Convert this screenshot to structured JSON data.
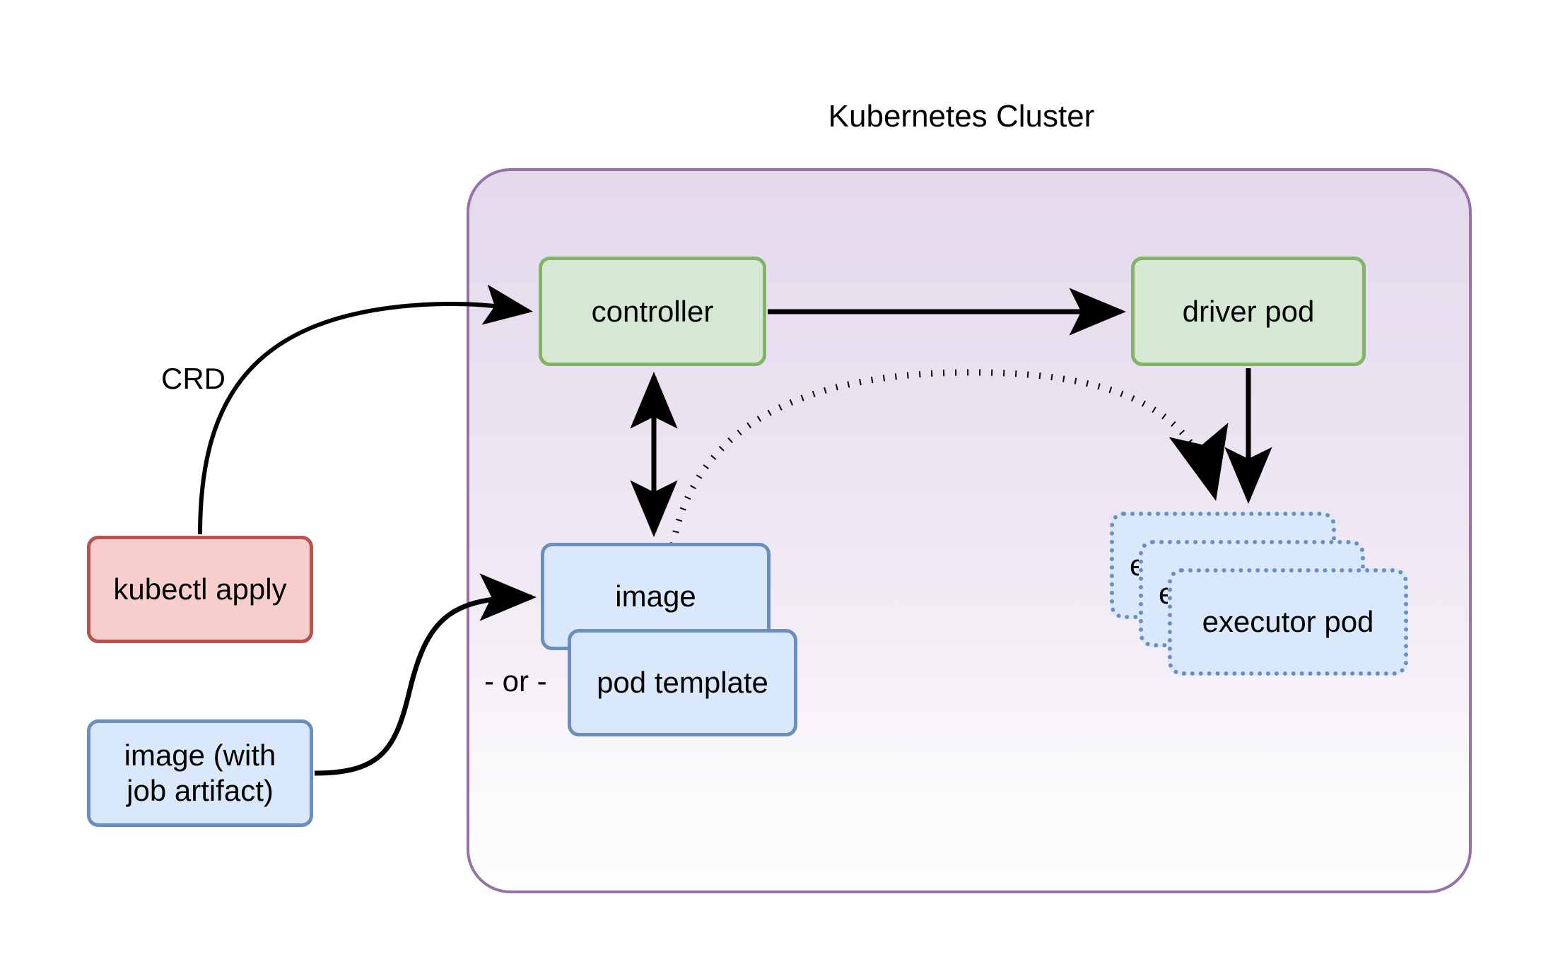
{
  "diagram": {
    "type": "architecture-flow",
    "title": "Kubernetes Cluster",
    "cluster": {
      "label": "Kubernetes Cluster",
      "border_color": "#9673a6",
      "fill_top": "#e4daec",
      "fill_bottom": "#fdfcfe"
    },
    "nodes": [
      {
        "id": "controller",
        "label": "controller",
        "style": "green",
        "fill": "#d5e8d4",
        "stroke": "#82b366"
      },
      {
        "id": "driver_pod",
        "label": "driver pod",
        "style": "green",
        "fill": "#d5e8d4",
        "stroke": "#82b366"
      },
      {
        "id": "image",
        "label": "image",
        "style": "blue",
        "fill": "#dae8fc",
        "stroke": "#6c8ebf"
      },
      {
        "id": "pod_template",
        "label": "pod template",
        "style": "blue",
        "fill": "#dae8fc",
        "stroke": "#6c8ebf"
      },
      {
        "id": "executor_1",
        "label": "executor pod",
        "style": "blue-dotted",
        "fill": "#dae8fc",
        "stroke": "#6c8ebf"
      },
      {
        "id": "executor_2",
        "label": "executor pod",
        "style": "blue-dotted",
        "fill": "#dae8fc",
        "stroke": "#6c8ebf"
      },
      {
        "id": "executor_3",
        "label": "executor pod",
        "style": "blue-dotted",
        "fill": "#dae8fc",
        "stroke": "#6c8ebf"
      },
      {
        "id": "kubectl",
        "label": "kubectl apply",
        "style": "red",
        "fill": "#f8cecc",
        "stroke": "#b85450"
      },
      {
        "id": "image_job",
        "label": "image (with\njob artifact)",
        "style": "blue",
        "fill": "#dae8fc",
        "stroke": "#6c8ebf"
      }
    ],
    "edges": [
      {
        "id": "e_crd",
        "from": "kubectl",
        "to": "controller",
        "label": "CRD",
        "style": "solid",
        "arrow": "single"
      },
      {
        "id": "e_ctrl_drv",
        "from": "controller",
        "to": "driver_pod",
        "label": "",
        "style": "solid",
        "arrow": "single"
      },
      {
        "id": "e_ctrl_img",
        "from": "controller",
        "to": "image",
        "label": "",
        "style": "solid",
        "arrow": "double"
      },
      {
        "id": "e_img_exec",
        "from": "image",
        "to": "executor_1",
        "label": "",
        "style": "dotted",
        "arrow": "single"
      },
      {
        "id": "e_drv_exec",
        "from": "driver_pod",
        "to": "executor_1",
        "label": "",
        "style": "solid",
        "arrow": "single"
      },
      {
        "id": "e_imgjob_img",
        "from": "image_job",
        "to": "image",
        "label": "",
        "style": "solid",
        "arrow": "single"
      }
    ],
    "labels": {
      "crd": "CRD",
      "or": "- or -"
    }
  }
}
